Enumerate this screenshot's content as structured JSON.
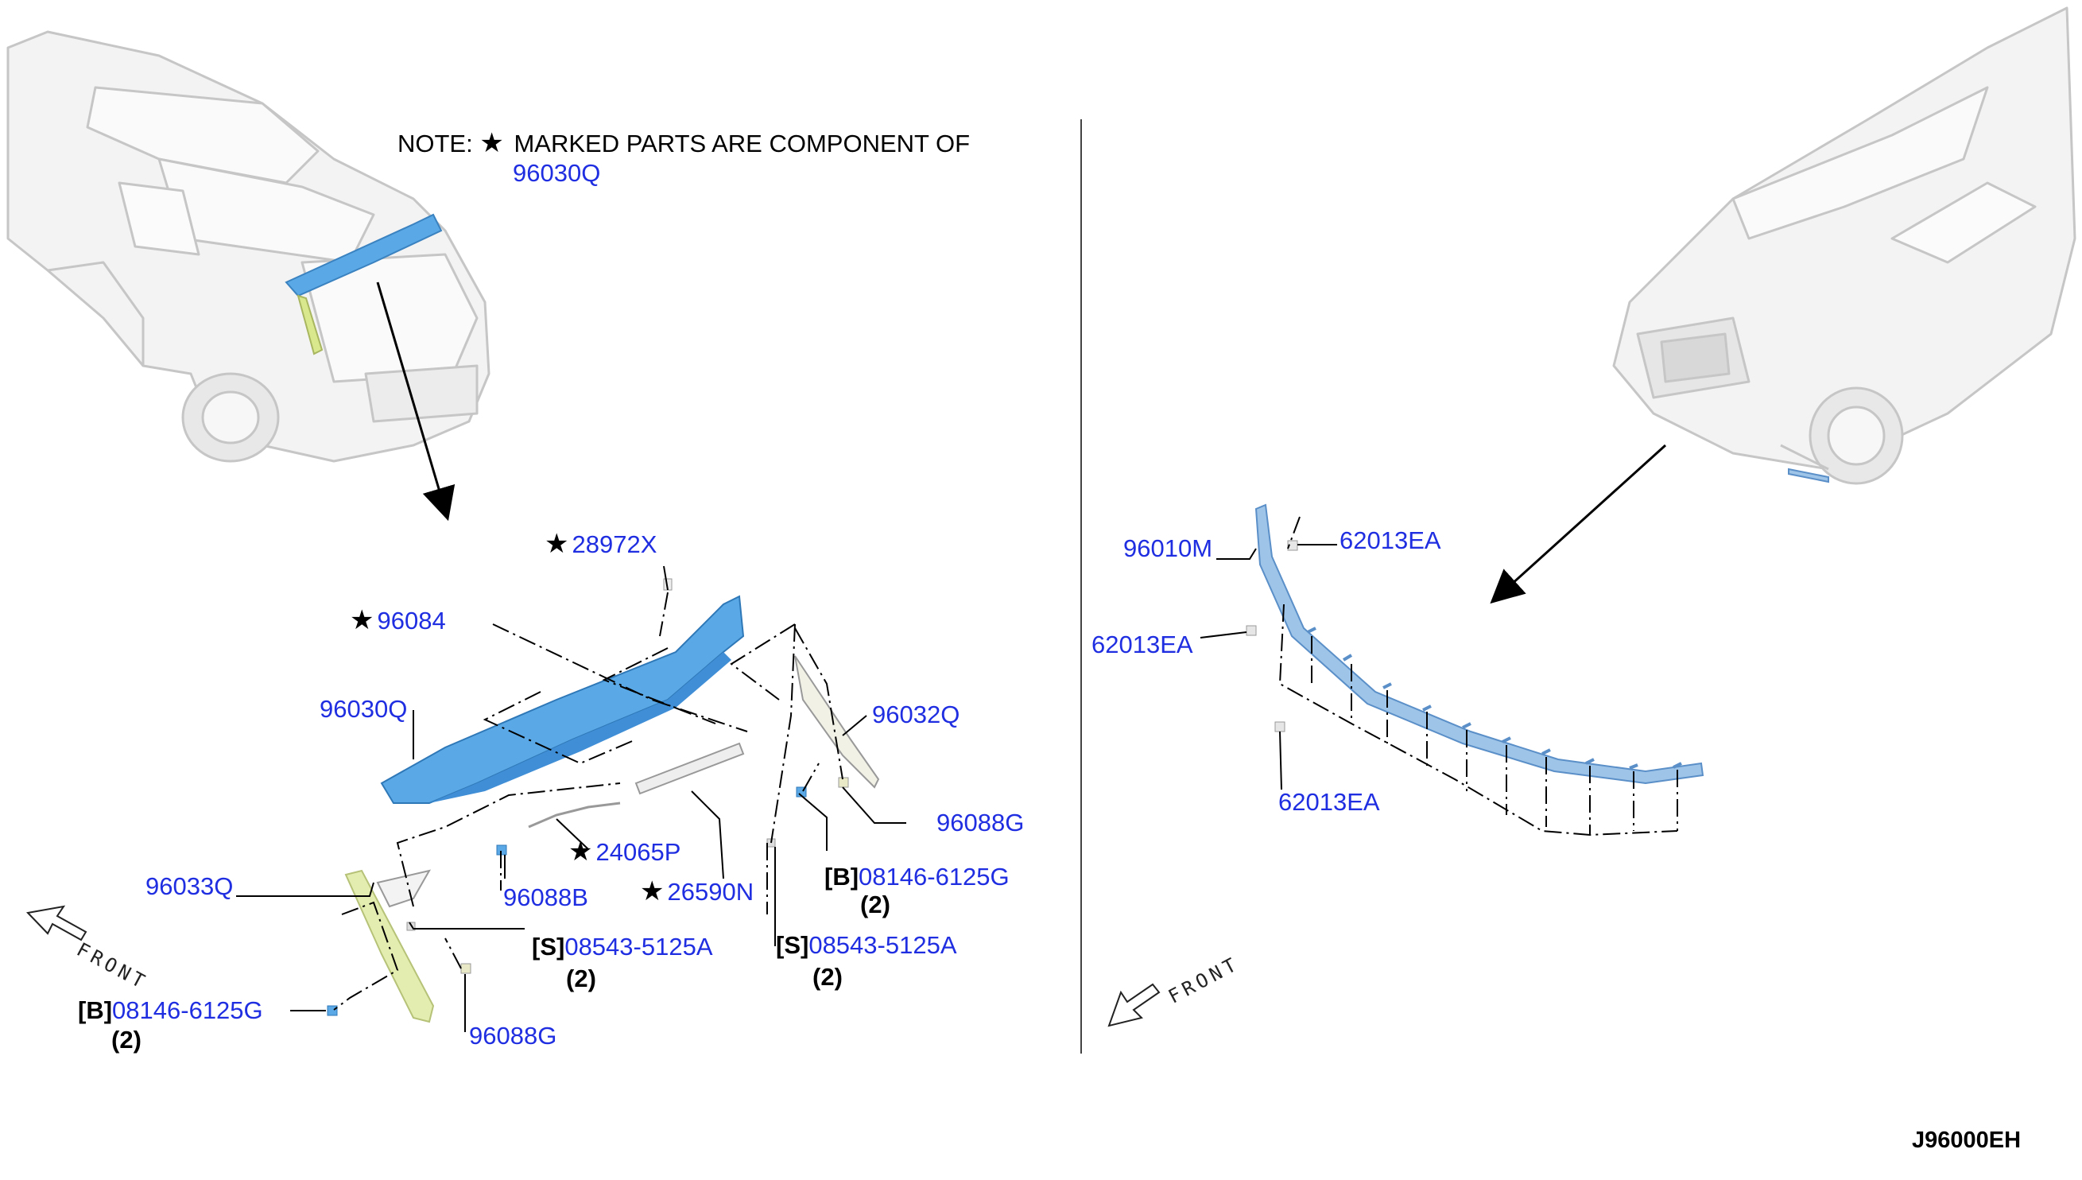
{
  "note": {
    "prefix": "NOTE:",
    "star": "★",
    "text": "MARKED PARTS ARE COMPONENT OF",
    "part": "96030Q"
  },
  "left_labels": {
    "p28972x": "28972X",
    "p96084": "96084",
    "p96030q": "96030Q",
    "p96032q": "96032Q",
    "p96088g_a": "96088G",
    "p24065p": "24065P",
    "p96088b": "96088B",
    "p26590n": "26590N",
    "p96033q": "96033Q",
    "p96088g_b": "96088G",
    "b1_tag": "[B]",
    "b1_part": "08146-6125G",
    "b1_qty": "(2)",
    "s1_tag": "[S]",
    "s1_part": "08543-5125A",
    "s1_qty": "(2)",
    "b2_tag": "[B]",
    "b2_part": "08146-6125G",
    "b2_qty": "(2)",
    "s2_tag": "[S]",
    "s2_part": "08543-5125A",
    "s2_qty": "(2)"
  },
  "right_labels": {
    "p96010m": "96010M",
    "p62013ea_a": "62013EA",
    "p62013ea_b": "62013EA",
    "p62013ea_c": "62013EA"
  },
  "front_label": "FRONT",
  "diagram_code": "J96000EH",
  "colors": {
    "part_number": "#1f2ee0",
    "spoiler_fill": "#5aa9e6",
    "garnish_fill": "#e4edb0",
    "car_line": "#c9c9c9",
    "lip_fill": "#9ec4e8"
  }
}
